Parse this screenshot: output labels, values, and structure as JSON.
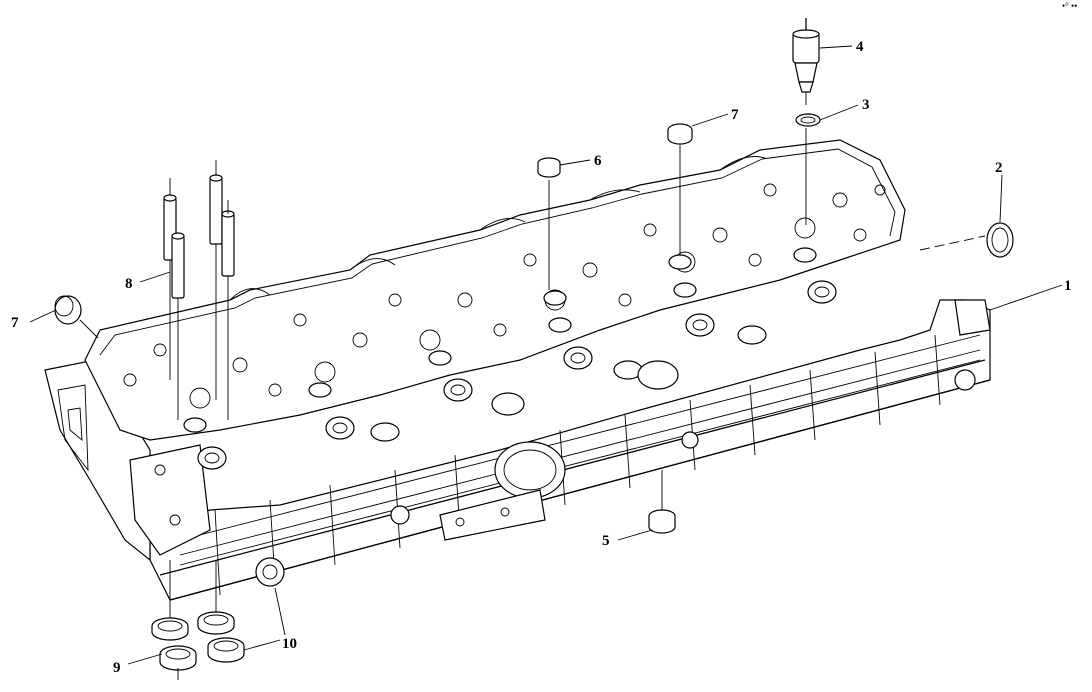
{
  "diagram": {
    "corner_mark": "•° ••",
    "callouts": [
      {
        "id": "1",
        "label": "1"
      },
      {
        "id": "2",
        "label": "2"
      },
      {
        "id": "3",
        "label": "3"
      },
      {
        "id": "4",
        "label": "4"
      },
      {
        "id": "5",
        "label": "5"
      },
      {
        "id": "6",
        "label": "6"
      },
      {
        "id": "7a",
        "label": "7"
      },
      {
        "id": "7b",
        "label": "7"
      },
      {
        "id": "8",
        "label": "8"
      },
      {
        "id": "9",
        "label": "9"
      },
      {
        "id": "10",
        "label": "10"
      }
    ]
  }
}
